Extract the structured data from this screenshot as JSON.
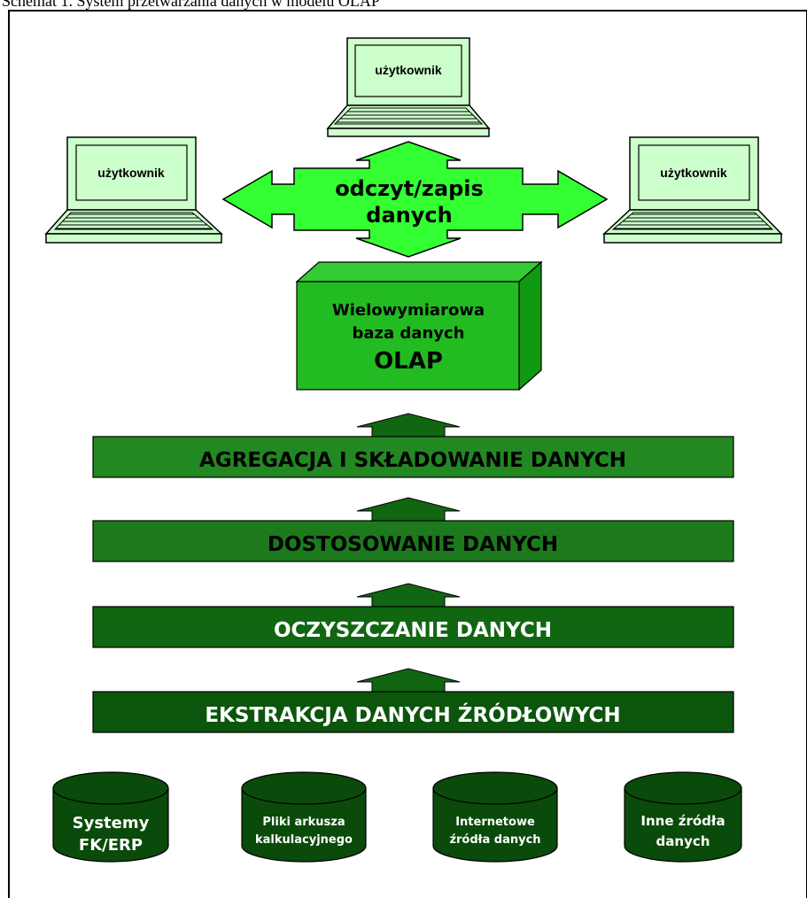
{
  "caption": "Schemat 1. System przetwarzania danych w modelu OLAP",
  "users": {
    "top": "użytkownik",
    "left": "użytkownik",
    "right": "użytkownik"
  },
  "rw_hub": {
    "line1": "odczyt/zapis",
    "line2": "danych"
  },
  "olap_cube": {
    "line1": "Wielowymiarowa",
    "line2": "baza danych",
    "line3": "OLAP"
  },
  "layers": [
    "AGREGACJA I SKŁADOWANIE DANYCH",
    "DOSTOSOWANIE DANYCH",
    "OCZYSZCZANIE DANYCH",
    "EKSTRAKCJA DANYCH ŹRÓDŁOWYCH"
  ],
  "sources": [
    {
      "line1": "Systemy",
      "line2": "FK/ERP"
    },
    {
      "line1": "Pliki arkusza",
      "line2": "kalkulacyjnego"
    },
    {
      "line1": "Internetowe",
      "line2": "źródła danych"
    },
    {
      "line1": "Inne źródła",
      "line2": "danych"
    }
  ],
  "colors": {
    "laptop_fill": "#ccffcc",
    "rw_hub_fill": "#33ff33",
    "cube_front": "#22bb22",
    "cube_top": "#33cc33",
    "cube_side": "#119911",
    "layer_1": "#228822",
    "layer_2": "#1c7a1c",
    "layer_3": "#116611",
    "layer_4": "#0c550c",
    "cylinder": "#0a4a0a",
    "arrow": "#116611"
  }
}
